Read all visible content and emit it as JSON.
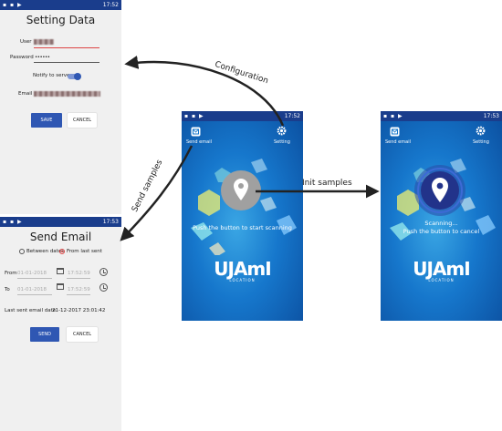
{
  "setting_screen": {
    "status_time": "17:52",
    "title": "Setting Data",
    "user_label": "User",
    "password_label": "Password",
    "password_value": "••••••",
    "notify_label": "Notify to server",
    "email_label": "Email",
    "save_label": "SAVE",
    "cancel_label": "CANCEL"
  },
  "email_screen": {
    "status_time": "17:53",
    "title": "Send Email",
    "option_between": "Between dates",
    "option_last": "From last sent",
    "from_label": "From",
    "to_label": "To",
    "from_date": "01-01-2018",
    "from_time": "17:52:59",
    "to_date": "01-01-2018",
    "to_time": "17:52:59",
    "last_sent_label": "Last sent email date",
    "last_sent_value": "21-12-2017 23:01:42",
    "send_label": "SEND",
    "cancel_label": "CANCEL"
  },
  "main_screen": {
    "status_time": "17:52",
    "send_email_label": "Send email",
    "setting_label": "Setting",
    "prompt": "Push the button to start scanning",
    "logo_main": "UJAmI",
    "logo_sub": "LOCATION"
  },
  "scan_screen": {
    "status_time": "17:53",
    "send_email_label": "Send email",
    "setting_label": "Setting",
    "prompt_line1": "Scanning...",
    "prompt_line2": "Push the button to cancel",
    "logo_main": "UJAmI",
    "logo_sub": "LOCATION"
  },
  "arrows": {
    "configuration": "Configuration",
    "send_samples": "Send samples",
    "init_samples": "Init samples"
  },
  "colors": {
    "status_bar": "#1a3d8c",
    "accent": "#2f57b3",
    "error_underline": "#d44",
    "app_gradient": "#1677cc"
  }
}
